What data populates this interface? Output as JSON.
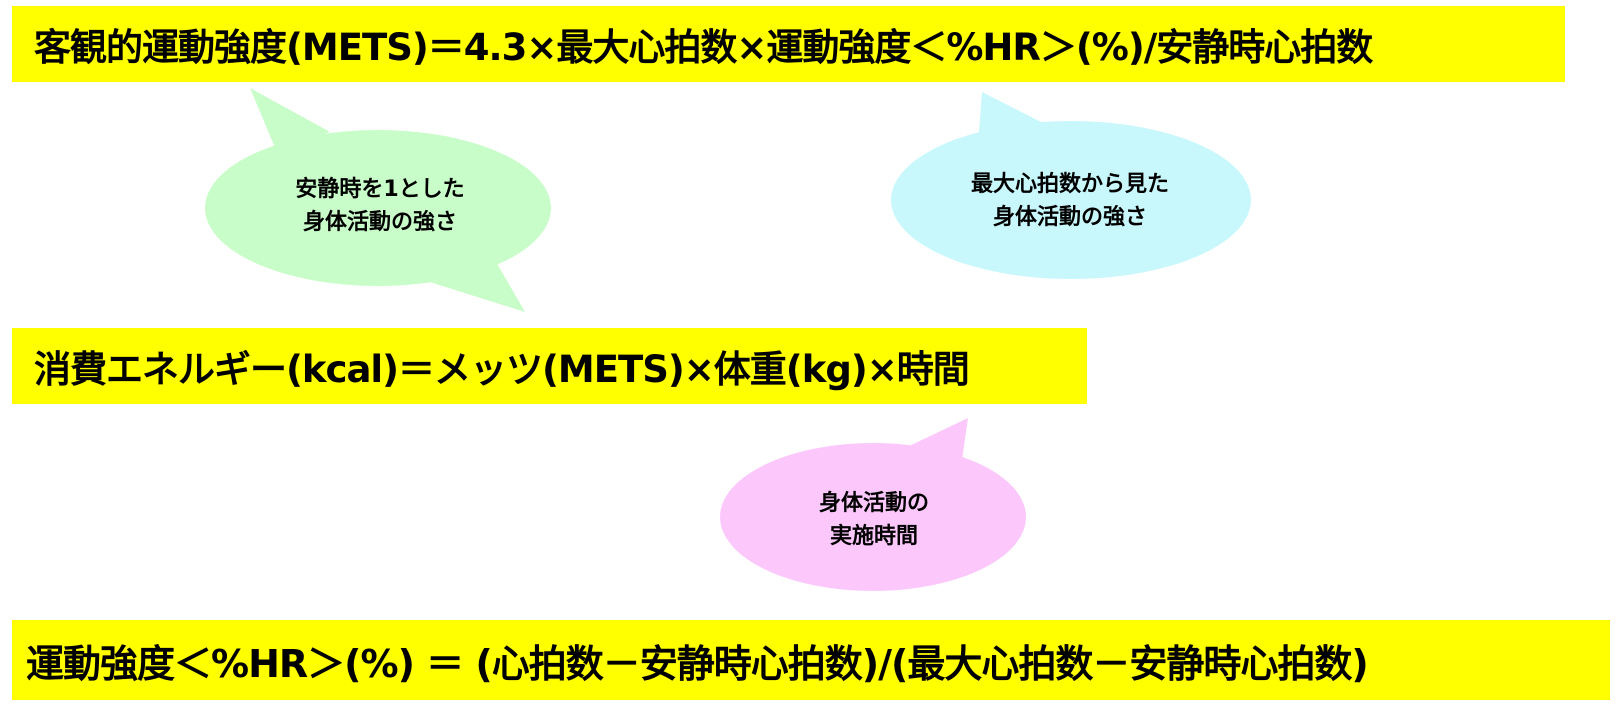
{
  "formulas": {
    "mets": "客観的運動強度(METS)＝4.3×最大心拍数×運動強度＜%HR＞(%)/安静時心拍数",
    "energy": "消費エネルギー(kcal)＝メッツ(METS)×体重(kg)×時間",
    "hr": "運動強度＜%HR＞(%) ＝ (心拍数－安静時心拍数)/(最大心拍数－安静時心拍数)"
  },
  "bubbles": {
    "resting": {
      "line1": "安静時を1とした",
      "line2": "身体活動の強さ",
      "color": "#c8fcc8"
    },
    "maxhr": {
      "line1": "最大心拍数から見た",
      "line2": "身体活動の強さ",
      "color": "#c8f8fc"
    },
    "duration": {
      "line1": "身体活動の",
      "line2": "実施時間",
      "color": "#fcc8fc"
    }
  },
  "colors": {
    "formula_background": "#ffff00",
    "text": "#000000"
  }
}
